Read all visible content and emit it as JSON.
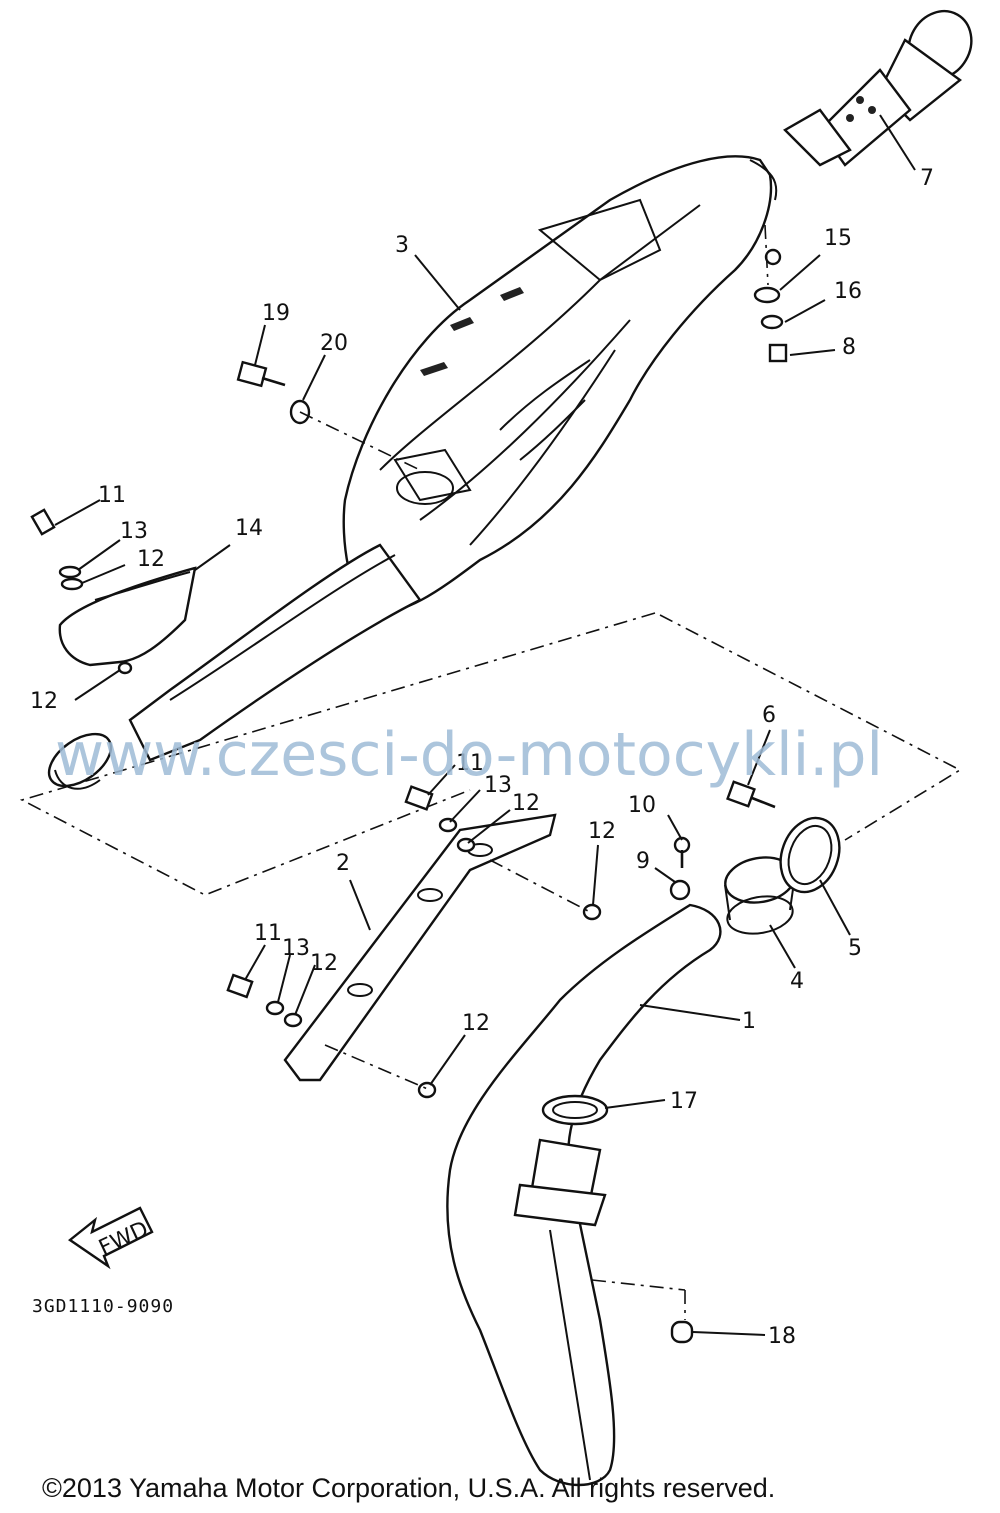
{
  "callouts": [
    {
      "id": "7",
      "text": "7"
    },
    {
      "id": "3",
      "text": "3"
    },
    {
      "id": "15",
      "text": "15"
    },
    {
      "id": "16",
      "text": "16"
    },
    {
      "id": "8",
      "text": "8"
    },
    {
      "id": "19",
      "text": "19"
    },
    {
      "id": "20",
      "text": "20"
    },
    {
      "id": "11a",
      "text": "11"
    },
    {
      "id": "13a",
      "text": "13"
    },
    {
      "id": "12a",
      "text": "12"
    },
    {
      "id": "14",
      "text": "14"
    },
    {
      "id": "12b",
      "text": "12"
    },
    {
      "id": "6",
      "text": "6"
    },
    {
      "id": "11b",
      "text": "11"
    },
    {
      "id": "13b",
      "text": "13"
    },
    {
      "id": "12c",
      "text": "12"
    },
    {
      "id": "10",
      "text": "10"
    },
    {
      "id": "12d",
      "text": "12"
    },
    {
      "id": "2",
      "text": "2"
    },
    {
      "id": "9",
      "text": "9"
    },
    {
      "id": "5",
      "text": "5"
    },
    {
      "id": "4",
      "text": "4"
    },
    {
      "id": "11c",
      "text": "11"
    },
    {
      "id": "13c",
      "text": "13"
    },
    {
      "id": "12e",
      "text": "12"
    },
    {
      "id": "1",
      "text": "1"
    },
    {
      "id": "12f",
      "text": "12"
    },
    {
      "id": "17",
      "text": "17"
    },
    {
      "id": "18",
      "text": "18"
    }
  ],
  "fwd_label": "FWD",
  "diagram_code": "3GD1110-9090",
  "watermark": "www.czesci-do-motocykli.pl",
  "copyright": "©2013 Yamaha Motor Corporation, U.S.A. All rights reserved."
}
